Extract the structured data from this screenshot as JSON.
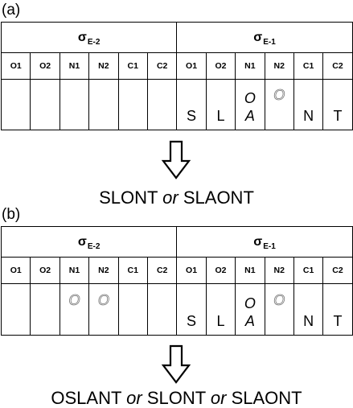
{
  "panels": [
    {
      "label": "(a)",
      "headers": {
        "left": {
          "symbol": "σ",
          "subscript": "E-2"
        },
        "right": {
          "symbol": "σ",
          "subscript": "E-1"
        }
      },
      "columns": [
        "O1",
        "O2",
        "N1",
        "N2",
        "C1",
        "C2",
        "O1",
        "O2",
        "N1",
        "N2",
        "C1",
        "C2"
      ],
      "cells": [
        {
          "top": "",
          "bottom": ""
        },
        {
          "top": "",
          "bottom": ""
        },
        {
          "top": "",
          "bottom": ""
        },
        {
          "top": "",
          "bottom": ""
        },
        {
          "top": "",
          "bottom": ""
        },
        {
          "top": "",
          "bottom": ""
        },
        {
          "top": "",
          "bottom": "S"
        },
        {
          "top": "",
          "bottom": "L"
        },
        {
          "top": "O",
          "bottom": "A"
        },
        {
          "top": "O",
          "bottom": "",
          "top_style": "outline"
        },
        {
          "top": "",
          "bottom": "N"
        },
        {
          "top": "",
          "bottom": "T"
        }
      ],
      "result": {
        "part1": "SLONT",
        "conj1": "or",
        "part2": "SLAONT"
      }
    },
    {
      "label": "(b)",
      "headers": {
        "left": {
          "symbol": "σ",
          "subscript": "E-2"
        },
        "right": {
          "symbol": "σ",
          "subscript": "E-1"
        }
      },
      "columns": [
        "O1",
        "O2",
        "N1",
        "N2",
        "C1",
        "C2",
        "O1",
        "O2",
        "N1",
        "N2",
        "C1",
        "C2"
      ],
      "cells": [
        {
          "top": "",
          "bottom": ""
        },
        {
          "top": "",
          "bottom": ""
        },
        {
          "top": "O",
          "bottom": "",
          "top_style": "outline"
        },
        {
          "top": "O",
          "bottom": "",
          "top_style": "outline"
        },
        {
          "top": "",
          "bottom": ""
        },
        {
          "top": "",
          "bottom": ""
        },
        {
          "top": "",
          "bottom": "S"
        },
        {
          "top": "",
          "bottom": "L"
        },
        {
          "top": "O",
          "bottom": "A"
        },
        {
          "top": "O",
          "bottom": "",
          "top_style": "outline"
        },
        {
          "top": "",
          "bottom": "N"
        },
        {
          "top": "",
          "bottom": "T"
        }
      ],
      "result": {
        "part1": "OSLANT",
        "conj1": "or",
        "part2": "SLONT",
        "conj2": "or",
        "part3": "SLAONT"
      }
    }
  ],
  "colors": {
    "line": "#000000",
    "outline_glyph": "#777777",
    "background": "#ffffff"
  }
}
